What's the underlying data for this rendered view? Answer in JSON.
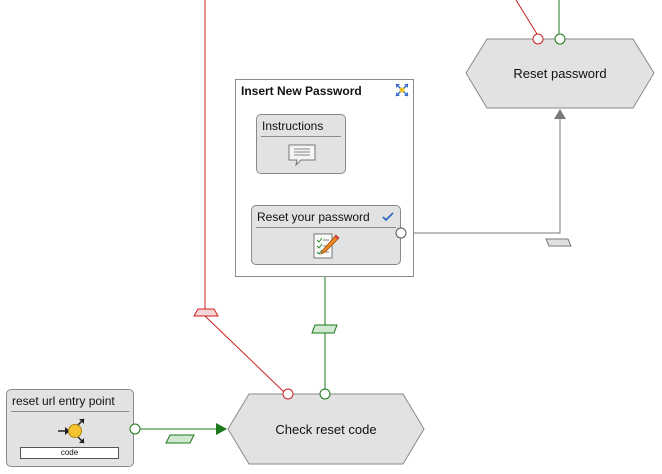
{
  "nodes": {
    "reset_password": {
      "label": "Reset password"
    },
    "check_reset_code": {
      "label": "Check reset code"
    },
    "entry_point": {
      "title": "reset url entry point",
      "field_label": "code"
    }
  },
  "panel": {
    "title": "Insert New Password",
    "instructions_label": "Instructions",
    "reset_form_label": "Reset your password"
  },
  "colors": {
    "success_wire": "#1a7a1a",
    "error_wire": "#cc2222",
    "neutral_wire": "#7a7a7a",
    "node_fill": "#e2e2e2",
    "check_mark": "#2a5fbf"
  }
}
